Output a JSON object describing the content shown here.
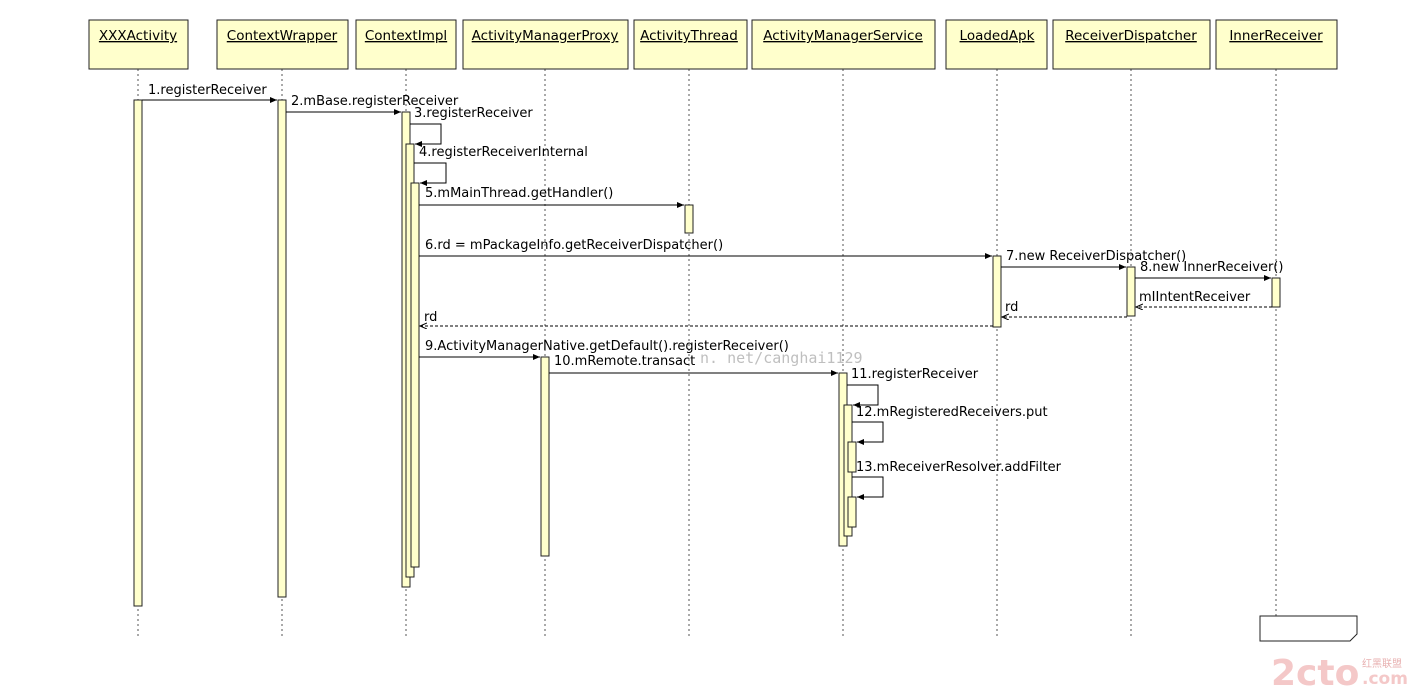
{
  "participants": [
    "XXXActivity",
    "ContextWrapper",
    "ContextImpl",
    "ActivityManagerProxy",
    "ActivityThread",
    "ActivityManagerService",
    "LoadedApk",
    "ReceiverDispatcher",
    "InnerReceiver"
  ],
  "messages": [
    "1.registerReceiver",
    "2.mBase.registerReceiver",
    "3.registerReceiver",
    "4.registerReceiverInternal",
    "5.mMainThread.getHandler()",
    "6.rd = mPackageInfo.getReceiverDispatcher()",
    "7.new ReceiverDispatcher()",
    "8.new InnerReceiver()",
    "mIIntentReceiver",
    "rd",
    "rd",
    "9.ActivityManagerNative.getDefault().registerReceiver()",
    "10.mRemote.transact",
    "11.registerReceiver",
    "12.mRegisteredReceivers.put",
    "13.mReceiverResolver.addFilter"
  ],
  "watermark_text": "n. net/canghai1129",
  "logo": {
    "text": "2cto",
    "suffix": ".com",
    "cn": "红黑联盟"
  }
}
